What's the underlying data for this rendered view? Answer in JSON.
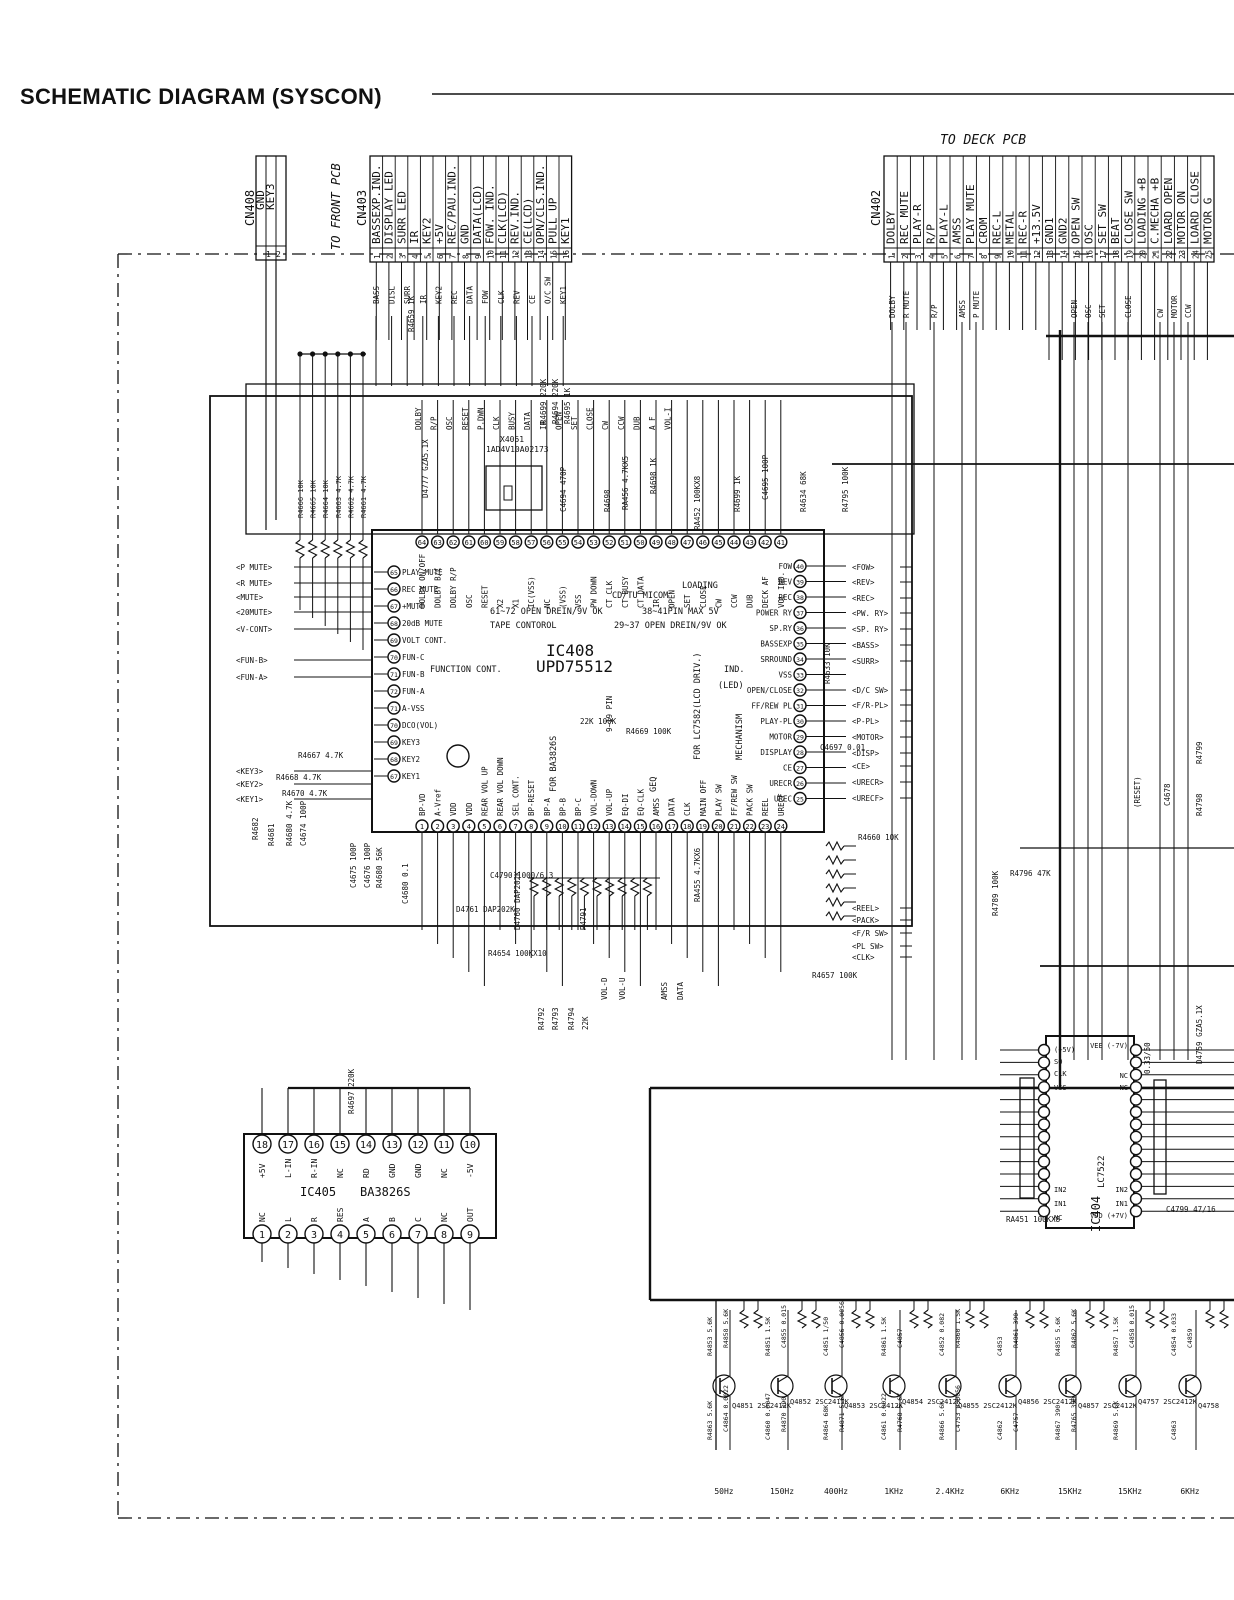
{
  "title": "SCHEMATIC  DIAGRAM (SYSCON)",
  "connectors": {
    "cn408": {
      "name": "CN408",
      "pins": [
        "GND",
        "KEY3"
      ]
    },
    "cn403": {
      "name": "CN403",
      "caption": "TO FRONT PCB",
      "pins": [
        "BASSEXP.IND.",
        "DISPLAY LED",
        "SURR LED",
        "IR",
        "KEY2",
        "+5V",
        "REC/PAU.IND.",
        "GND",
        "DATA(LCD)",
        "FOW. IND.",
        "CLK(LCD)",
        "REV.IND.",
        "CE(LCD)",
        "OPN/CLS.IND.",
        "PULL UP",
        "KEY1"
      ]
    },
    "cn402": {
      "name": "CN402",
      "caption": "TO DECK PCB",
      "pins": [
        "DOLBY",
        "REC MUTE",
        "PLAY-R",
        "R/P",
        "PLAY-L",
        "AMSS",
        "PLAY MUTE",
        "CROM",
        "REC-L",
        "METAL",
        "REC-R",
        "+13.5V",
        "GND1",
        "GND2",
        "OPEN SW",
        "OSC",
        "SET SW",
        "BEAT",
        "CLOSE SW",
        "LOADING +B",
        "C.MECHA +B",
        "LOARD OPEN",
        "MOTOR ON",
        "LOARD CLOSE",
        "MOTOR G"
      ]
    }
  },
  "ic408": {
    "ref": "IC408",
    "part": "UPD75512",
    "function": "CD/TU MICOM",
    "notes": [
      "61~72 OPEN DREIN/9V OK",
      "38~41PIN MAX 5V",
      "TAPE CONTOROL",
      "29~37 OPEN DREIN/9V OK",
      "FUNCTION CONT.",
      "LOADING",
      "MECHANISM",
      "FOR BA3826S",
      "FOR LC7582(LCD DRIV.)",
      "GEQ",
      "IND.",
      "(LED)"
    ],
    "left_pins": [
      "PLAY MUTE",
      "REC MUTE",
      "+MUTE",
      "20dB MUTE",
      "VOLT CONT.",
      "FUN-C",
      "FUN-B",
      "FUN-A",
      "A-VSS",
      "DCO(VOL)",
      "KEY3",
      "KEY2",
      "KEY1"
    ],
    "right_pins": [
      "FOW",
      "REV",
      "REC",
      "POWER RY",
      "SP.RY",
      "BASSEXP",
      "SRROUND",
      "VSS",
      "OPEN/CLOSE",
      "FF/REW PL",
      "PLAY-PL",
      "MOTOR",
      "DISPLAY",
      "CE",
      "URECR",
      "UREC"
    ],
    "top_pins": [
      "DOLBY ON/OFF",
      "DOLBY B/C",
      "DOLBY R/P",
      "OSC",
      "RESET",
      "X2",
      "X1",
      "IC(VSS)",
      "NC",
      "(VSS)",
      "VSS",
      "PW DOWN",
      "CT CLK",
      "CT BUSY",
      "CT DATA",
      "IR",
      "OPEN",
      "SET",
      "CLOSE",
      "CW",
      "CCW",
      "DUB",
      "DECK AF",
      "VOL IND."
    ],
    "bottom_pins": [
      "BP-VD",
      "A-Vref",
      "VDD",
      "VDD",
      "REAR VOL UP",
      "REAR VOL DOWN",
      "SEL CONT.",
      "BP-RESET",
      "BP-A",
      "BP-B",
      "BP-C",
      "VOL-DOWN",
      "VOL-UP",
      "EQ-DI",
      "EQ-CLK",
      "AMSS",
      "DATA",
      "CLK",
      "MAIN OFF",
      "PLAY SW",
      "FF/REW SW",
      "PACK SW",
      "REEL",
      "URECF"
    ]
  },
  "ic405": {
    "ref": "IC405",
    "part": "BA3826S",
    "top_pins": [
      {
        "n": "18",
        "label": "+5V"
      },
      {
        "n": "17",
        "label": "L-IN"
      },
      {
        "n": "16",
        "label": "R-IN"
      },
      {
        "n": "15",
        "label": "NC"
      },
      {
        "n": "14",
        "label": "RD"
      },
      {
        "n": "13",
        "label": "GND"
      },
      {
        "n": "12",
        "label": "GND"
      },
      {
        "n": "11",
        "label": "NC"
      },
      {
        "n": "10",
        "label": "-5V"
      }
    ],
    "bottom_pins": [
      {
        "n": "1",
        "label": "NC"
      },
      {
        "n": "2",
        "label": "L"
      },
      {
        "n": "3",
        "label": "R"
      },
      {
        "n": "4",
        "label": "RES"
      },
      {
        "n": "5",
        "label": "A"
      },
      {
        "n": "6",
        "label": "B"
      },
      {
        "n": "7",
        "label": "C"
      },
      {
        "n": "8",
        "label": "NC"
      },
      {
        "n": "9",
        "label": "OUT"
      }
    ]
  },
  "ic404": {
    "ref": "IC404",
    "part": "LC7522",
    "left_pins": [
      "(+5V)",
      "SO",
      "CLK",
      "VSS",
      "IN2",
      "IN1",
      "NC"
    ],
    "right_pins": [
      "VEE (-7V)",
      "NC",
      "NC",
      "IN2",
      "IN1",
      "VDD (+7V)"
    ]
  },
  "crystal": {
    "ref": "X4051",
    "part": "1AD4V10A02173"
  },
  "components": {
    "r_left": [
      "R4666 10K",
      "R4665 10K",
      "R4664 10K",
      "R4663 4.7K",
      "R4662 4.7K",
      "R4661 4.7K"
    ],
    "misc": [
      "D4777 GZA5.1X",
      "R4659 1K",
      "R4667 4.7K",
      "R4668 4.7K",
      "R4670 4.7K",
      "R4682",
      "R4681",
      "R4680 4.7K",
      "C4674 100P",
      "C4675 100P",
      "C4676 100P",
      "R4680 56K",
      "C4680 0.1",
      "C4790 1000/6.3",
      "D4761 DAP202K",
      "D4760 DAP202K",
      "R4654 100KX10",
      "R4791",
      "R4792",
      "R4793",
      "R4794",
      "22K",
      "22K 100K",
      "9~19 PIN",
      "R4669 100K",
      "RA455 4.7KX6",
      "R4660 10K",
      "R4657 100K",
      "C4697 0.01",
      "R4633 10K",
      "R4634 68K",
      "R4795 100K",
      "R4796 47K",
      "R4789 100K",
      "R4697 220K",
      "R4699 220K",
      "R4694 220K",
      "R4695 1K",
      "RA456 4.7KX5",
      "R4698 1K",
      "R4699 1K",
      "C4695 100P",
      "C4694 470P",
      "R4698",
      "RA452 100KX8",
      "RA451 100KX8",
      "C4799 47/16",
      "D4759 GZA5.1X",
      "0.33/50"
    ],
    "other": [
      "(RESET)",
      "C4678",
      "R4799",
      "R4798"
    ]
  },
  "signals": {
    "left": [
      "P MUTE",
      "R MUTE",
      "MUTE",
      "20MUTE",
      "V-CONT",
      "FUN-B",
      "FUN-A",
      "KEY3",
      "KEY2",
      "KEY1"
    ],
    "right": [
      "FOW",
      "REV",
      "REC",
      "PW. RY",
      "SP. RY",
      "BASS",
      "SURR",
      "D/C SW",
      "F/R-PL",
      "P-PL",
      "MOTOR",
      "DISP",
      "CE",
      "URECR",
      "URECF",
      "REEL",
      "PACK",
      "F/R SW",
      "PL SW",
      "CLK"
    ],
    "top_cn403": [
      "BASS",
      "DISL",
      "SURR",
      "IR",
      "KEY2",
      "REC",
      "DATA",
      "FOW",
      "CLK",
      "REV",
      "CE",
      "O/C SW",
      "KEY1"
    ],
    "top_ic": [
      "DOLBY",
      "R/P",
      "OSC",
      "RESET",
      "P.DWN",
      "CLK",
      "BUSY",
      "DATA",
      "IR",
      "OPEN",
      "SET",
      "CLOSE",
      "CW",
      "CCW",
      "DUB",
      "A F",
      "VOL-I"
    ],
    "top_cn402": [
      "DOLBY",
      "R MUTE",
      "R/P",
      "AMSS",
      "P MUTE",
      "OPEN",
      "OSC",
      "SET",
      "CLOSE",
      "CW",
      "MOTOR",
      "CCW"
    ],
    "bottom": [
      "VOL-D",
      "VOL-U",
      "AMSS",
      "DATA"
    ]
  },
  "eq_bank": {
    "bands": [
      "50Hz",
      "150Hz",
      "400Hz",
      "1KHz",
      "2.4KHz",
      "6KHz",
      "15KHz",
      "15KHz",
      "6KHz"
    ],
    "transistors": [
      "Q4851 2SC2412K",
      "Q4852 2SC2412K",
      "Q4853 2SC2412K",
      "Q4854 2SC2412K",
      "Q4855 2SC2412K",
      "Q4856 2SC2412K",
      "Q4857 2SC2412K",
      "Q4757 2SC2412K",
      "Q4758"
    ],
    "parts": [
      "R4853 5.6K",
      "R4851 1.5K",
      "C4851 1/50",
      "R4861 1.5K",
      "C4852 0.082",
      "C4853",
      "R4855 5.6K",
      "R4857 1.5K",
      "C4854 0.033",
      "R4858 5.6K",
      "C4855 0.015",
      "C4856 0.0056",
      "C4857",
      "R4860 1.5K",
      "R4861 390",
      "R4862 5.6K",
      "C4858 0.015",
      "C4859",
      "R4863 5.6K",
      "C4860 0.0047",
      "R4864 68K",
      "C4861 0.0022",
      "R4866 5.6K",
      "C4862",
      "R4867 390",
      "R4869 5.6K",
      "C4863",
      "C4864 0.0022",
      "R4870 390",
      "R4871 5.6K",
      "R4768 5.6K",
      "C4753 0.0056",
      "C4757",
      "R4765 390"
    ]
  }
}
